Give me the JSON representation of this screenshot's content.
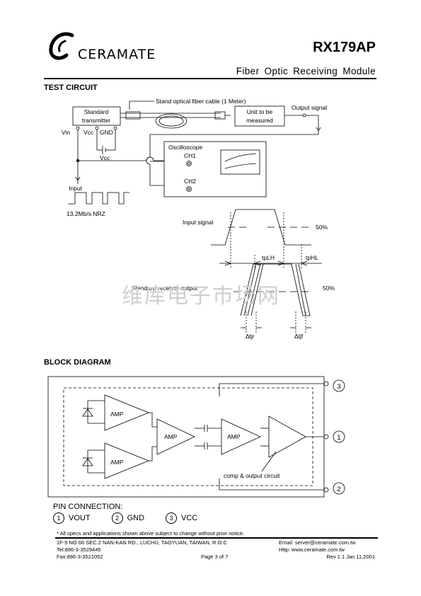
{
  "header": {
    "brand": "CERAMATE",
    "part_number": "RX179AP",
    "subtitle": "Fiber Optic Receiving Module"
  },
  "test_circuit": {
    "title": "TEST CIRCUIT",
    "cable_label": "Stand optical fiber cable (1 Meter)",
    "transmitter_line1": "Standard",
    "transmitter_line2": "transmitter",
    "uut_line1": "Unit to be",
    "uut_line2": "measured",
    "output_signal": "Output signal",
    "pin_vin": "Vin",
    "pin_vcc": "Vcc",
    "pin_gnd": "GND",
    "vcc_label": "Vcc",
    "oscilloscope": "Oscilloscope",
    "ch1": "CH1",
    "ch2": "CH2",
    "input_label": "Input",
    "nrz_label": "13.2Mb/s NRZ",
    "input_signal": "Input signal",
    "fifty_1": "50%",
    "tplh": "tpLH",
    "tphl": "tpHL",
    "receiver_output": "Standard receiver output",
    "fifty_2": "50%",
    "dtjr": "Δtjr",
    "dtjf": "Δtjf"
  },
  "watermark": "维库电子市场网",
  "block_diagram": {
    "title": "BLOCK DIAGRAM",
    "amp": "AMP",
    "comp_label": "comp & output circuit",
    "pin3": "3",
    "pin1": "1",
    "pin2": "2"
  },
  "pin_connection": {
    "title": "PIN CONNECTION:",
    "pins": [
      {
        "num": "1",
        "name": "VOUT"
      },
      {
        "num": "2",
        "name": "GND"
      },
      {
        "num": "3",
        "name": "VCC"
      }
    ]
  },
  "disclaimer": "* All specs and applications shown above subject to change without prior notice.",
  "footer": {
    "address": "1F-5 NO.66 SEC.2 NAN-KAN RD., LUCHU,   TAOYUAN, TAIWAN, R.O.C",
    "tel": "Tel:886-3-3529445",
    "fax": "Fax:886-3-3521052",
    "page": "Page 3 of 7",
    "email": "Email: server@ceramate.com.tw",
    "http": "Http: www.ceramate.com.tw",
    "rev": "Rev 1.1 Jan 11,2001"
  }
}
